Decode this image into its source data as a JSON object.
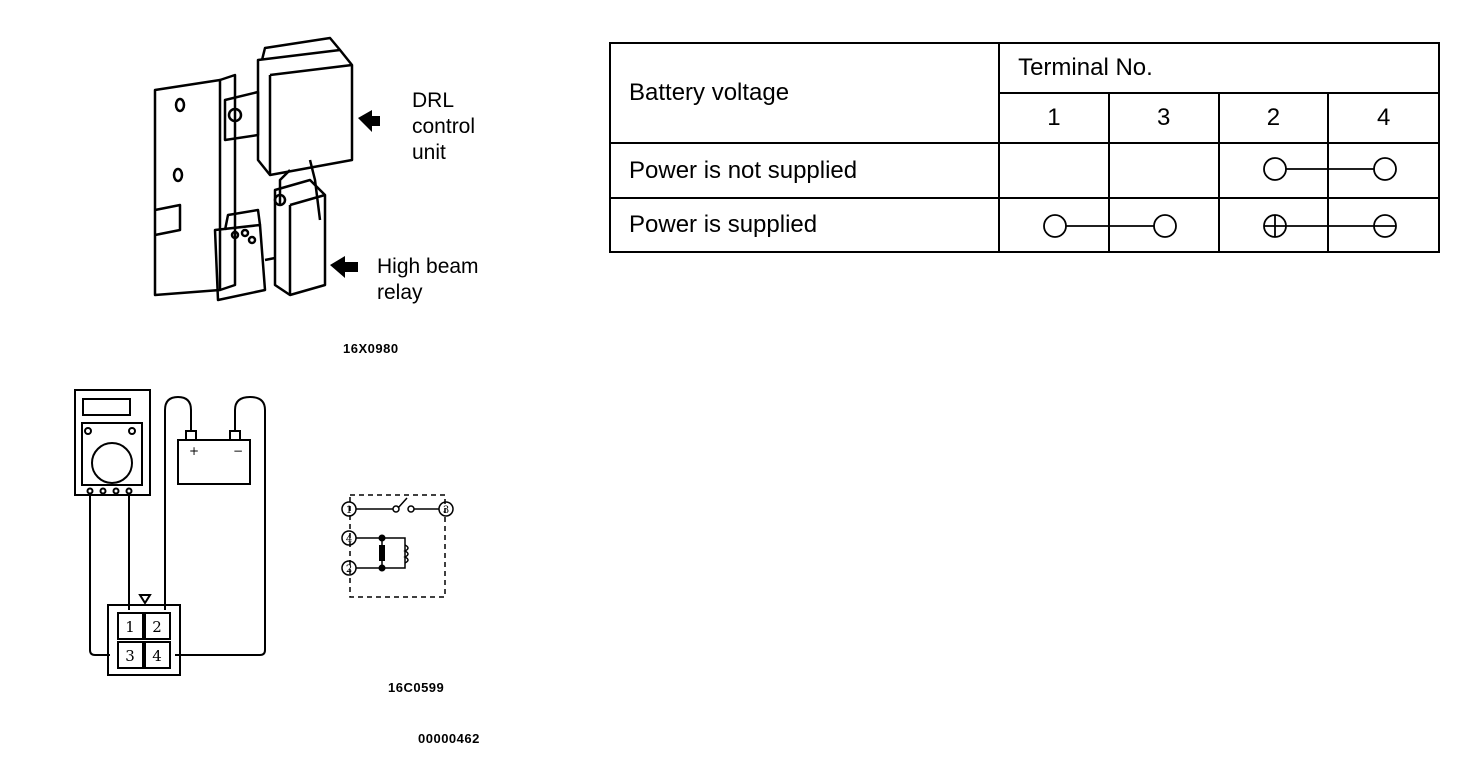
{
  "illustration": {
    "callouts": {
      "drl_control_unit": "DRL\ncontrol\nunit",
      "high_beam_relay": "High beam\nrelay"
    },
    "figure_code": "16X0980"
  },
  "circuit": {
    "battery_plus": "+",
    "battery_minus": "−",
    "relay_terminals": [
      "1",
      "2",
      "3",
      "4"
    ],
    "figure_code": "16C0599"
  },
  "table": {
    "row_header": "Battery voltage",
    "terminal_header": "Terminal No.",
    "terminals": [
      "1",
      "3",
      "2",
      "4"
    ],
    "rows": [
      {
        "label": "Power is not supplied",
        "connections": [
          [
            "2",
            "4"
          ]
        ]
      },
      {
        "label": "Power is supplied",
        "connections": [
          [
            "1",
            "3"
          ],
          [
            "2",
            "4"
          ]
        ],
        "polarity": {
          "2": "+",
          "4": "−"
        }
      }
    ]
  },
  "footer_code": "00000462"
}
